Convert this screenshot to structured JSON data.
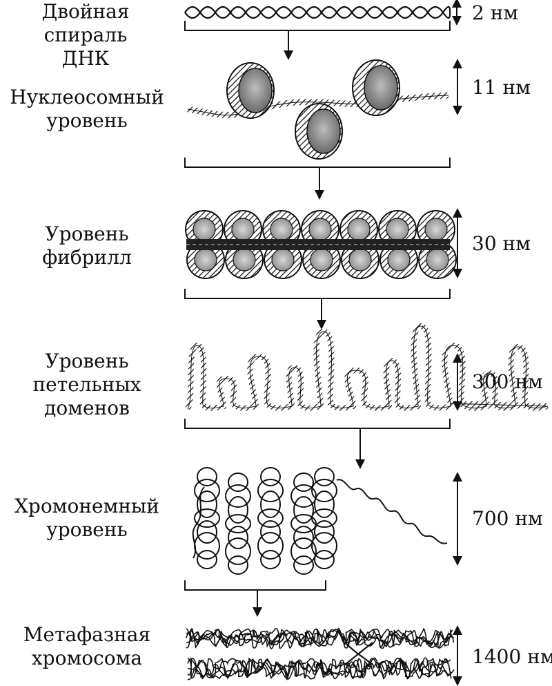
{
  "levels": [
    {
      "label": "Двойная спираль\nДНК",
      "size": "2 нм"
    },
    {
      "label": "Нуклеосомный\nуровень",
      "size": "11 нм"
    },
    {
      "label": "Уровень\nфибрилл",
      "size": "30 нм"
    },
    {
      "label": "Уровень\nпетельных\nдоменов",
      "size": "300 нм"
    },
    {
      "label": "Хромонемный\nуровень",
      "size": "700 нм"
    },
    {
      "label": "Метафазная\nхромосома",
      "size": "1400 нм"
    }
  ]
}
